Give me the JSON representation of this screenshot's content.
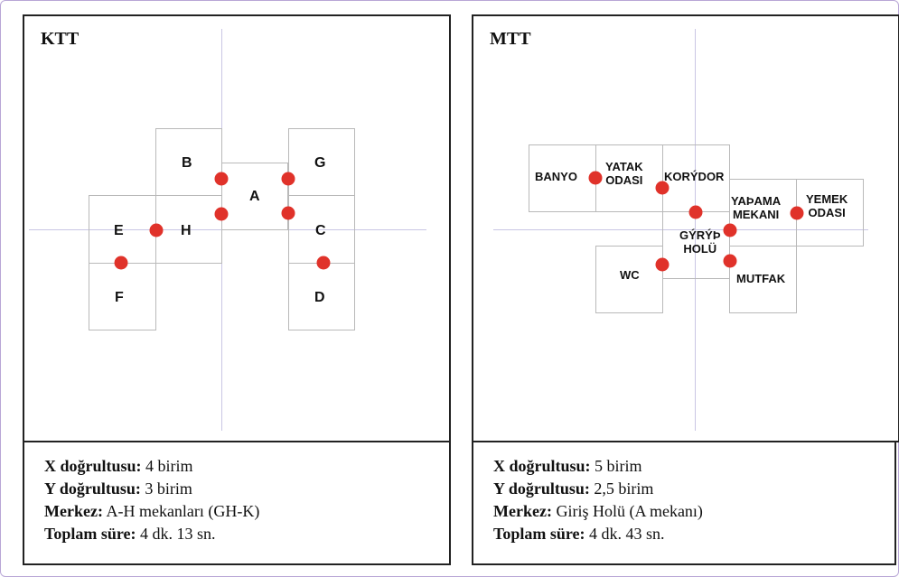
{
  "panels": [
    {
      "title": "KTT",
      "rooms": [
        "B",
        "A",
        "G",
        "E",
        "H",
        "C",
        "F",
        "D"
      ],
      "info": [
        {
          "label": "X doğrultusu:",
          "value": " 4 birim"
        },
        {
          "label": "Y doğrultusu:",
          "value": " 3 birim"
        },
        {
          "label": "Merkez:",
          "value": " A-H mekanları (GH-K)"
        },
        {
          "label": "Toplam süre:",
          "value": " 4 dk. 13 sn."
        }
      ]
    },
    {
      "title": "MTT",
      "rooms": [
        "BANYO",
        "YATAK\nODASI",
        "KORÝDOR",
        "YAÞAMA\nMEKANI",
        "YEMEK\nODASI",
        "GÝRÝÞ\nHOLÜ",
        "WC",
        "MUTFAK"
      ],
      "info": [
        {
          "label": "X doğrultusu:",
          "value": " 5 birim"
        },
        {
          "label": "Y doğrultusu:",
          "value": " 2,5 birim"
        },
        {
          "label": "Merkez:",
          "value": " Giriş Holü (A mekanı)"
        },
        {
          "label": "Toplam süre:",
          "value": " 4 dk. 43 sn."
        }
      ]
    }
  ],
  "colors": {
    "dot": "#e0322a",
    "axis": "#c9c6e4",
    "room_border": "#b9b9b9",
    "frame": "#b8a6d6"
  }
}
